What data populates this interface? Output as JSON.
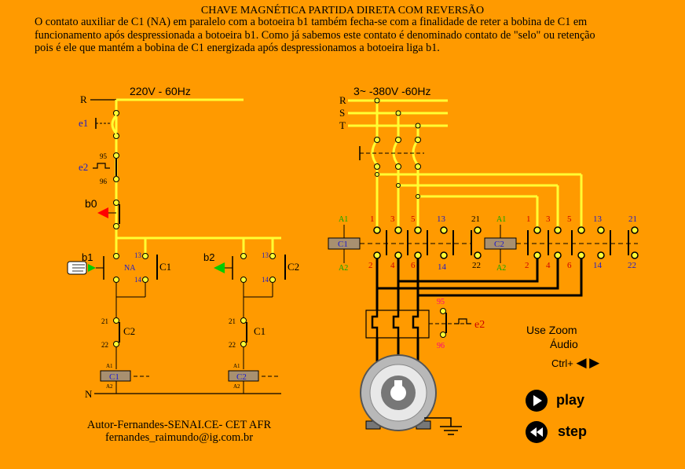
{
  "header": {
    "title": "CHAVE MAGNÉTICA PARTIDA DIRETA COM REVERSÃO",
    "line1": "O contato auxiliar de C1 (NA) em paralelo com a botoeira b1 também fecha-se com a finalidade de reter a bobina de C1 em",
    "line2": "funcionamento após despressionada a botoeira b1. Como já sabemos este contato é denominado contato de \"selo\" ou retenção",
    "line3": "pois é ele que mantém a bobina de C1 energizada após despressionamos a botoeira liga b1."
  },
  "control_circuit": {
    "supply": "220V - 60Hz",
    "line_r": "R",
    "line_n": "N",
    "e1": "e1",
    "e2": "e2",
    "b0": "b0",
    "b1": "b1",
    "b2": "b2",
    "na": "NA",
    "c1": "C1",
    "c2": "C2",
    "n95": "95",
    "n96": "96",
    "n13": "13",
    "n14": "14",
    "n21": "21",
    "n22": "22",
    "a1": "A1",
    "a2": "A2"
  },
  "power_circuit": {
    "supply": "3~ -380V -60Hz",
    "r": "R",
    "s": "S",
    "t": "T",
    "n1": "1",
    "n2": "2",
    "n3": "3",
    "n4": "4",
    "n5": "5",
    "n6": "6",
    "n13": "13",
    "n14": "14",
    "n21": "21",
    "n22": "22",
    "a1": "A1",
    "a2": "A2",
    "c1": "C1",
    "c2": "C2",
    "n95": "95",
    "n96": "96",
    "e2": "e2"
  },
  "controls": {
    "use_zoom": "Use Zoom",
    "audio": "Áudio",
    "ctrl": "Ctrl+",
    "play": "play",
    "step": "step"
  },
  "author": {
    "line1": "Autor-Fernandes-SENAI.CE- CET AFR",
    "line2": "fernandes_raimundo@ig.com.br"
  },
  "colors": {
    "background": "#ff9a00",
    "wire": "#ffff33",
    "label_blue": "#1a1acc",
    "label_red": "#cc0000",
    "label_green": "#00aa00",
    "label_magenta": "#ff0080"
  }
}
